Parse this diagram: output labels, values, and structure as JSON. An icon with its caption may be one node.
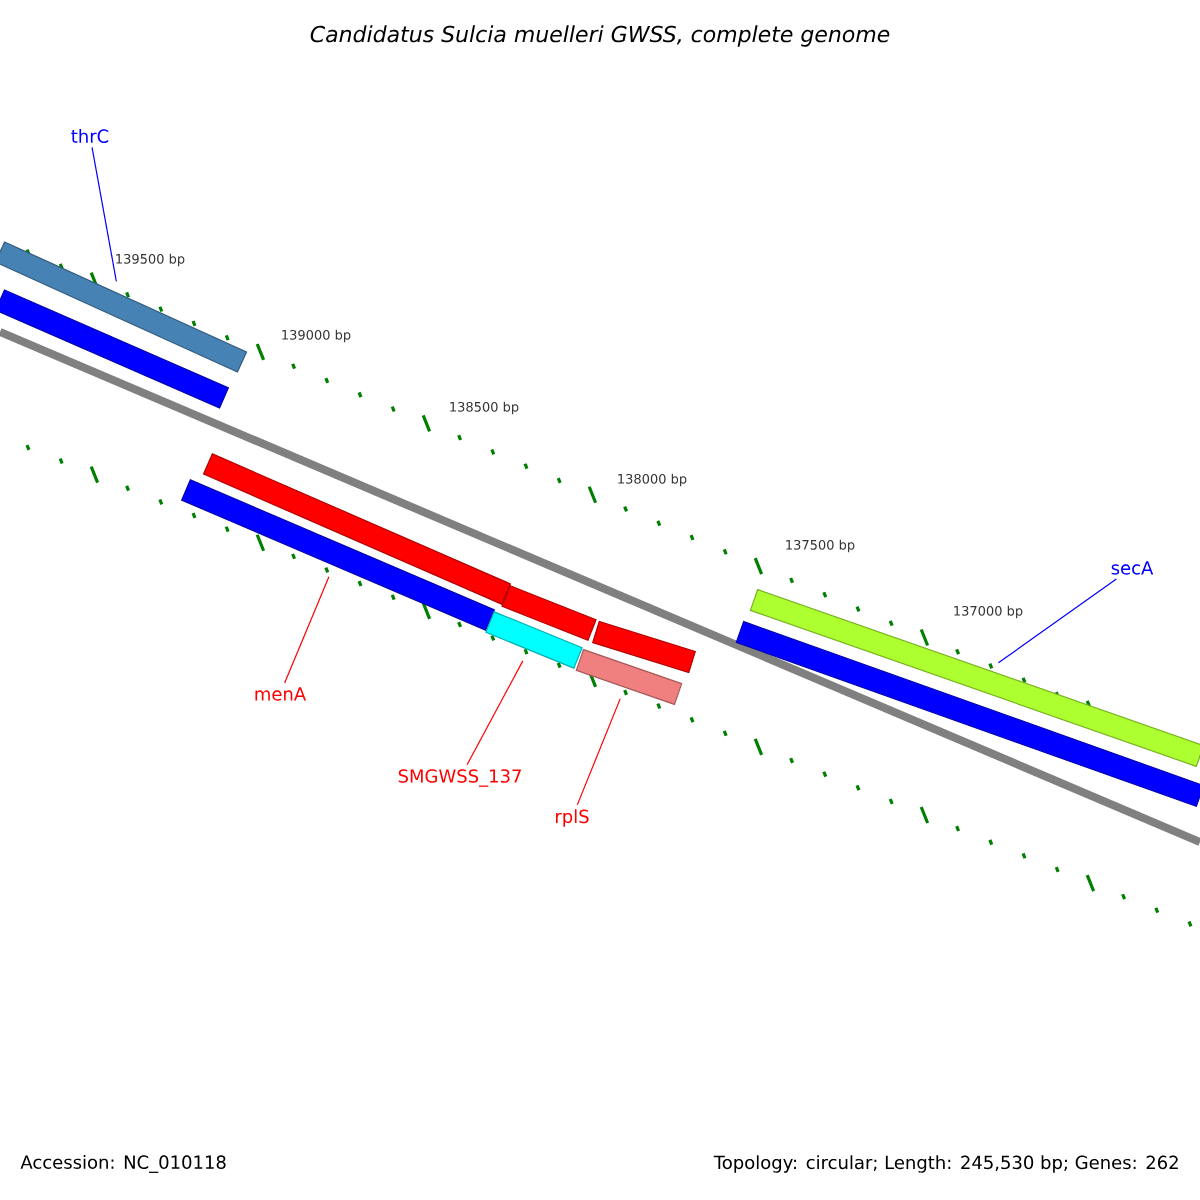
{
  "diagram": {
    "title": "Candidatus Sulcia muelleri GWSS, complete genome",
    "nodes": [
      {
        "text": [
          "thrC"
        ]
      },
      {
        "text": [],
        "shape": "bar"
      },
      {
        "text": [],
        "shape": "bar"
      },
      {
        "text": [],
        "shape": "bar"
      },
      {
        "text": [],
        "shape": "bar"
      },
      {
        "text": [],
        "shape": "bar"
      },
      {
        "text": [],
        "shape": "bar"
      },
      {
        "text": [],
        "shape": "bar"
      },
      {
        "text": [],
        "shape": "bar"
      },
      {
        "text": [],
        "shape": "bar"
      },
      {
        "text": [],
        "shape": "bar"
      },
      {
        "text": [
          "secA"
        ]
      },
      {
        "text": [
          "menA"
        ]
      },
      {
        "text": [
          "SMGWSS_137"
        ]
      },
      {
        "text": [
          "rplS"
        ]
      }
    ],
    "edges": [
      {
        "from": 0,
        "to": 1,
        "arrow": "none",
        "color": "#0000ff"
      },
      {
        "from": 11,
        "to": 9,
        "arrow": "none",
        "color": "#0000ff"
      },
      {
        "from": 12,
        "to": 6,
        "arrow": "none"
      },
      {
        "from": 13,
        "to": 7,
        "arrow": "none"
      },
      {
        "from": 14,
        "to": 8,
        "arrow": "none"
      }
    ],
    "labels": [
      "139500 bp",
      "139000 bp",
      "138500 bp",
      "138000 bp",
      "137500 bp",
      "137000 bp",
      "Accession: NC_010118",
      "Topology: circular; Length: 245,530 bp; Genes: 262"
    ]
  }
}
